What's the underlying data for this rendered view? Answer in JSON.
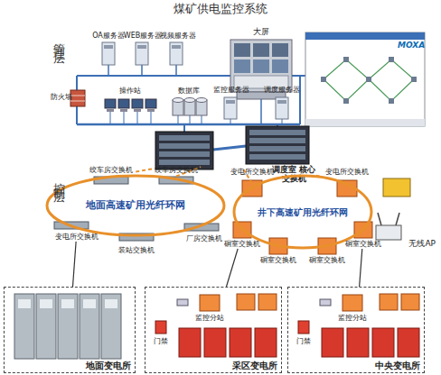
{
  "diagram": {
    "title": "煤矿供电监控系统",
    "nodes": [
      {
        "text": [
          "OA服务器"
        ]
      },
      {
        "text": [
          "WEB服务器"
        ]
      },
      {
        "text": [
          "视频服务器"
        ]
      },
      {
        "text": [
          "大屏"
        ]
      },
      {
        "text": [
          "防火墙"
        ]
      },
      {
        "text": [
          "操作站"
        ]
      },
      {
        "text": [
          "数据库"
        ]
      },
      {
        "text": [
          "监控服务器"
        ]
      },
      {
        "text": [
          "调度服务器"
        ]
      },
      {
        "text": [
          "调度室 核心交换机"
        ]
      },
      {
        "text": [
          "地面高速矿用光纤环网"
        ]
      },
      {
        "text": [
          "绞车房交换机"
        ]
      },
      {
        "text": [
          "绞车房交换机"
        ]
      },
      {
        "text": [
          "变电所交换机"
        ]
      },
      {
        "text": [
          "装站交换机"
        ]
      },
      {
        "text": [
          "厂房交换机"
        ]
      },
      {
        "text": [
          "井下高速矿用光纤环网"
        ]
      },
      {
        "text": [
          "变电所交换机"
        ]
      },
      {
        "text": [
          "变电所交换机"
        ]
      },
      {
        "text": [
          "硐室交换机"
        ]
      },
      {
        "text": [
          "硐室交换机"
        ]
      },
      {
        "text": [
          "硐室交换机"
        ]
      },
      {
        "text": [
          "硐室交换机"
        ]
      },
      {
        "text": [
          "无线AP"
        ]
      },
      {
        "text": [
          "地面变电所"
        ]
      },
      {
        "text": [
          "采区变电所"
        ]
      },
      {
        "text": [
          "监控分站"
        ],
        "in": 25
      },
      {
        "text": [
          "门禁"
        ],
        "in": 25
      },
      {
        "text": [
          "中央变电所"
        ]
      },
      {
        "text": [
          "监控分站"
        ],
        "in": 28
      },
      {
        "text": [
          "门禁"
        ],
        "in": 28
      }
    ],
    "edges": [
      {
        "from": 9,
        "to": 11,
        "arrow": "none"
      },
      {
        "from": 9,
        "to": 12,
        "arrow": "none"
      },
      {
        "from": 9,
        "to": 17,
        "arrow": "none"
      },
      {
        "from": 9,
        "to": 18,
        "arrow": "none"
      },
      {
        "from": 13,
        "to": 24,
        "arrow": "none"
      },
      {
        "from": 19,
        "to": 25,
        "arrow": "none"
      },
      {
        "from": 22,
        "to": 28,
        "arrow": "none"
      }
    ],
    "labels": [
      "管理层",
      "控制层",
      "MOXA"
    ]
  }
}
